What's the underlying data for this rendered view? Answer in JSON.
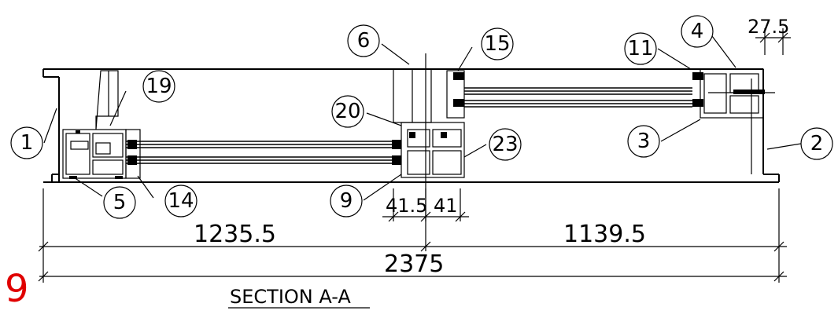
{
  "sheet_number": "9",
  "section_title": "SECTION A-A",
  "dimensions": {
    "left_panel": "1235.5",
    "right_panel": "1139.5",
    "overall": "2375",
    "mid_a": "41.5",
    "mid_b": "41",
    "top_right": "27.5"
  },
  "callouts": {
    "c1": "1",
    "c2": "2",
    "c3": "3",
    "c4": "4",
    "c5": "5",
    "c6": "6",
    "c9": "9",
    "c11": "11",
    "c14": "14",
    "c15": "15",
    "c19": "19",
    "c20": "20",
    "c23": "23"
  },
  "colors": {
    "line": "#000000",
    "sheet_number": "#e00000",
    "background": "#ffffff"
  }
}
